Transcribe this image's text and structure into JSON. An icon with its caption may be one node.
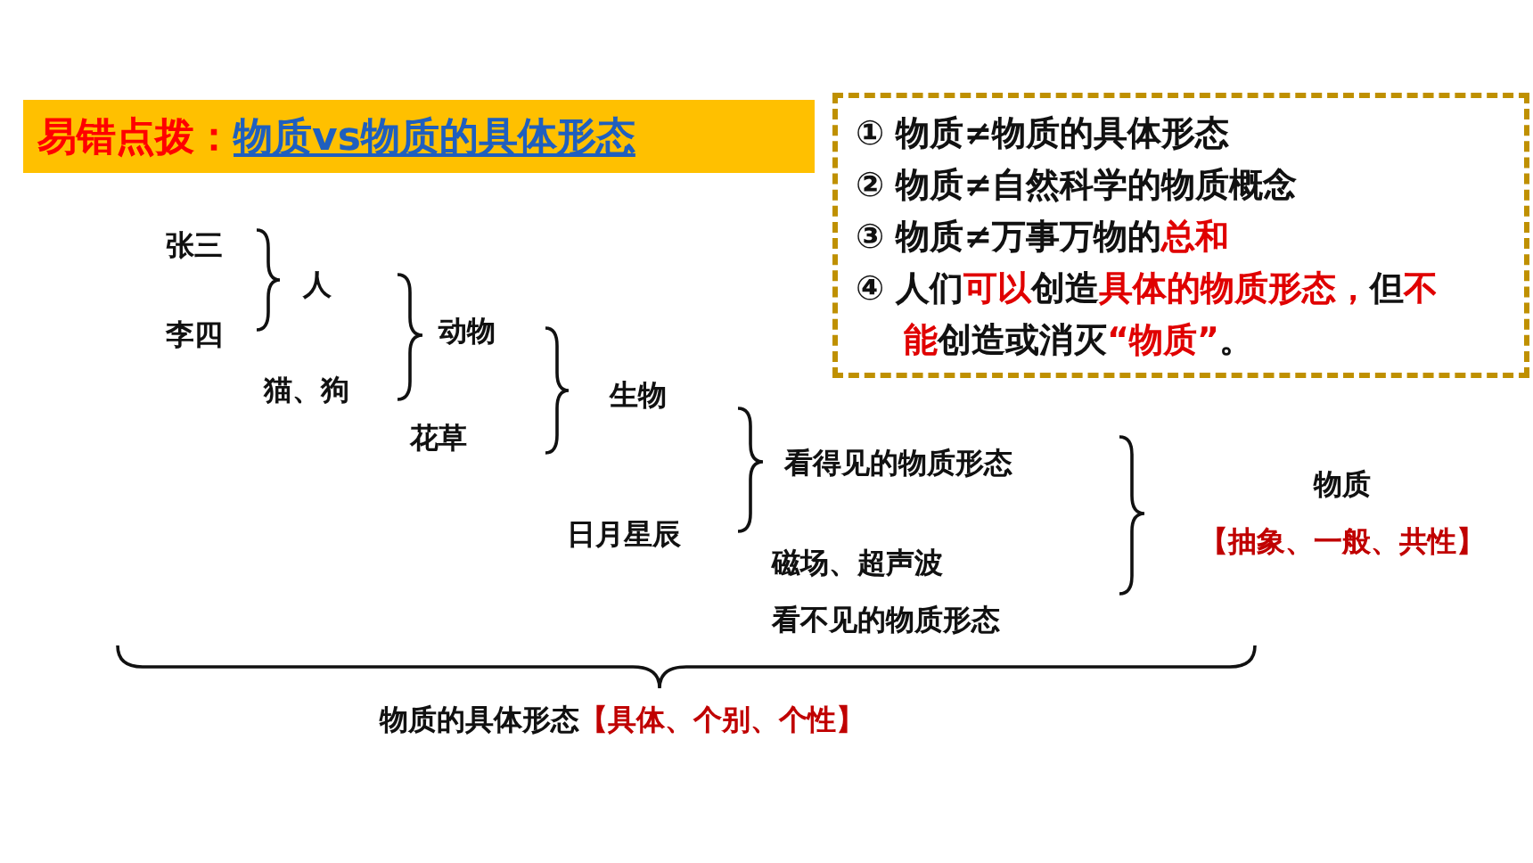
{
  "diagram": {
    "nodes": [
      {
        "text": [
          "易错点拨：",
          "物质vs物质的具体形态"
        ]
      },
      {
        "text": [
          "① 物质≠物质的具体形态",
          "② 物质≠自然科学的物质概念",
          "③ 物质≠万事万物的**总和**",
          "④ 人们**可以**创造**具体的物质形态，**但**不能**创造或消灭**“物质”**。"
        ]
      }
    ],
    "edges": [],
    "labels": [
      "张三",
      "人",
      "李四",
      "动物",
      "猫、狗",
      "生物",
      "花草",
      "看得见的物质形态",
      "物质",
      "日月星辰",
      "【抽象、一般、共性】",
      "磁场、超声波",
      "看不见的物质形态",
      "物质的具体形态**【具体、个别、个性】**"
    ]
  }
}
